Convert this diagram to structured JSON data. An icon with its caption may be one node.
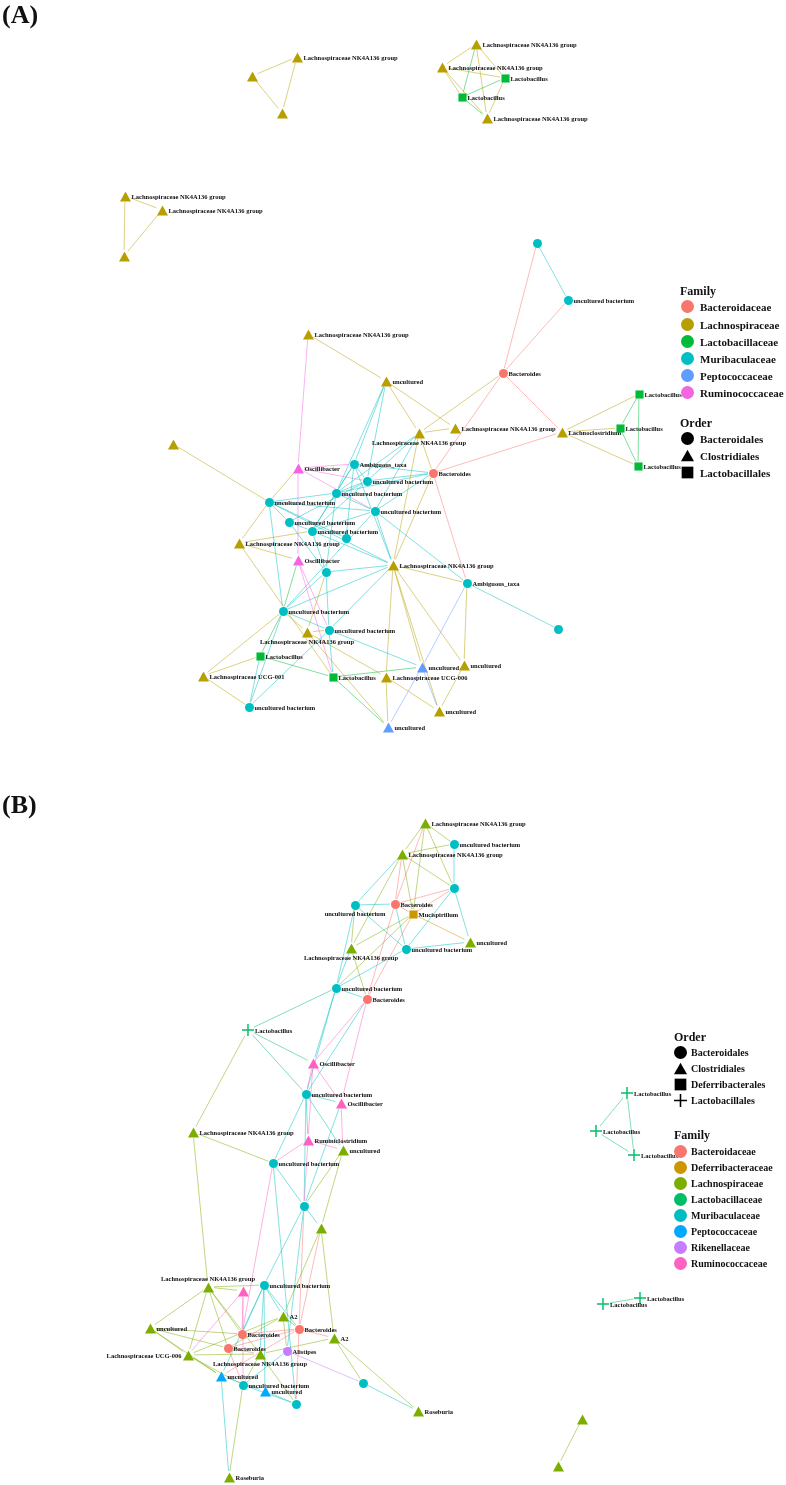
{
  "diagram": {
    "nodes": [
      {
        "text": [],
        "shape": "triangle"
      },
      {
        "text": [
          "Lachnospiraceae NK4A136 group"
        ]
      },
      {
        "text": [],
        "shape": "triangle"
      },
      {
        "text": [
          "Lachnospiraceae NK4A136 group"
        ]
      },
      {
        "text": [
          "Lachnospiraceae NK4A136 group"
        ]
      },
      {
        "text": [
          "Lactobacillus"
        ]
      },
      {
        "text": [
          "Lactobacillus"
        ]
      },
      {
        "text": [
          "Lachnospiraceae NK4A136 group"
        ]
      },
      {
        "text": [
          "Lachnospiraceae NK4A136 group"
        ]
      },
      {
        "text": [
          "Lachnospiraceae NK4A136 group"
        ]
      },
      {
        "text": [],
        "shape": "triangle"
      },
      {
        "text": [],
        "shape": "circle"
      },
      {
        "text": [
          "uncultured bacterium"
        ]
      },
      {
        "text": [
          "Lachnospiraceae NK4A136 group"
        ]
      },
      {
        "text": [
          "uncultured"
        ]
      },
      {
        "text": [
          "Bacteroides"
        ]
      },
      {
        "text": [
          "Lactobacillus"
        ]
      },
      {
        "text": [
          "Lachnospiraceae NK4A136 group"
        ]
      },
      {
        "text": [
          "Lachnospiraceae NK4A136 group"
        ]
      },
      {
        "text": [
          "Lachnoclostridium"
        ]
      },
      {
        "text": [
          "Lactobacillus"
        ]
      },
      {
        "text": [
          "Lactobacillus"
        ]
      },
      {
        "text": [],
        "shape": "triangle"
      },
      {
        "text": [
          "Oscillibacter"
        ]
      },
      {
        "text": [
          "Ambiguous_taxa"
        ]
      },
      {
        "text": [
          "Bacteroides"
        ]
      },
      {
        "text": [
          "uncultured bacterium"
        ]
      },
      {
        "text": [
          "uncultured bacterium"
        ]
      },
      {
        "text": [
          "uncultured bacterium"
        ]
      },
      {
        "text": [
          "uncultured bacterium"
        ]
      },
      {
        "text": [
          "uncultured bacterium"
        ]
      },
      {
        "text": [
          "uncultured bacterium"
        ]
      },
      {
        "text": [],
        "shape": "circle"
      },
      {
        "text": [
          "Lachnospiraceae NK4A136 group"
        ]
      },
      {
        "text": [
          "Oscillibacter"
        ]
      },
      {
        "text": [
          "Lachnospiraceae NK4A136 group"
        ]
      },
      {
        "text": [],
        "shape": "circle"
      },
      {
        "text": [
          "Ambiguous_taxa"
        ]
      },
      {
        "text": [
          "uncultured bacterium"
        ]
      },
      {
        "text": [],
        "shape": "circle"
      },
      {
        "text": [
          "uncultured bacterium"
        ]
      },
      {
        "text": [
          "Lachnospiraceae NK4A136 group"
        ]
      },
      {
        "text": [
          "Lactobacillus"
        ]
      },
      {
        "text": [
          "uncultured"
        ]
      },
      {
        "text": [
          "uncultured"
        ]
      },
      {
        "text": [
          "Lachnospiraceae UCG-001"
        ]
      },
      {
        "text": [
          "Lactobacillus"
        ]
      },
      {
        "text": [
          "Lachnospiraceae UCG-006"
        ]
      },
      {
        "text": [
          "uncultured"
        ]
      },
      {
        "text": [
          "uncultured bacterium"
        ]
      },
      {
        "text": [
          "uncultured"
        ]
      },
      {
        "text": [
          "Lachnospiraceae NK4A136 group"
        ]
      },
      {
        "text": [
          "uncultured bacterium"
        ]
      },
      {
        "text": [
          "Lachnospiraceae NK4A136 group"
        ]
      },
      {
        "text": [],
        "shape": "circle"
      },
      {
        "text": [
          "uncultured bacterium"
        ]
      },
      {
        "text": [
          "Bacteroides"
        ]
      },
      {
        "text": [
          "Mucispirillum"
        ]
      },
      {
        "text": [
          "uncultured"
        ]
      },
      {
        "text": [
          "Lachnospiraceae NK4A136 group"
        ]
      },
      {
        "text": [
          "uncultured bacterium"
        ]
      },
      {
        "text": [
          "uncultured bacterium"
        ]
      },
      {
        "text": [
          "Bacteroides"
        ]
      },
      {
        "text": [
          "Lactobacillus"
        ]
      },
      {
        "text": [
          "Oscillibacter"
        ]
      },
      {
        "text": [
          "uncultured bacterium"
        ]
      },
      {
        "text": [
          "Oscillibacter"
        ]
      },
      {
        "text": [
          "Lachnospiraceae NK4A136 group"
        ]
      },
      {
        "text": [
          "Ruminiclostridium"
        ]
      },
      {
        "text": [
          "uncultured"
        ]
      },
      {
        "text": [
          "uncultured bacterium"
        ]
      },
      {
        "text": [],
        "shape": "circle"
      },
      {
        "text": [],
        "shape": "triangle"
      },
      {
        "text": [
          "Lachnospiraceae NK4A136 group"
        ]
      },
      {
        "text": [],
        "shape": "triangle"
      },
      {
        "text": [
          "uncultured bacterium"
        ]
      },
      {
        "text": [
          "A2"
        ]
      },
      {
        "text": [
          "uncultured"
        ]
      },
      {
        "text": [
          "Bacteroides"
        ]
      },
      {
        "text": [
          "Bacteroides"
        ]
      },
      {
        "text": [
          "A2"
        ]
      },
      {
        "text": [
          "Bacteroides"
        ]
      },
      {
        "text": [
          "Alistipes"
        ]
      },
      {
        "text": [
          "Lachnospiraceae UCG-006"
        ]
      },
      {
        "text": [
          "Lachnospiraceae NK4A136 group"
        ]
      },
      {
        "text": [
          "uncultured"
        ]
      },
      {
        "text": [
          "uncultured bacterium"
        ]
      },
      {
        "text": [
          "uncultured"
        ]
      },
      {
        "text": [],
        "shape": "circle"
      },
      {
        "text": [],
        "shape": "circle"
      },
      {
        "text": [
          "Roseburia"
        ]
      },
      {
        "text": [
          "Roseburia"
        ]
      },
      {
        "text": [
          "Lactobacillus"
        ]
      },
      {
        "text": [
          "Lactobacillus"
        ]
      },
      {
        "text": [
          "Lactobacillus"
        ]
      },
      {
        "text": [
          "Lactobacillus"
        ]
      },
      {
        "text": [
          "Lactobacillus"
        ]
      },
      {
        "text": [],
        "shape": "triangle"
      },
      {
        "text": [],
        "shape": "triangle"
      }
    ],
    "edges": [
      {
        "from": 0,
        "to": 1,
        "arrow": "none",
        "color": "#b79f00"
      },
      {
        "from": 1,
        "to": 2,
        "arrow": "none",
        "color": "#b79f00"
      },
      {
        "from": 0,
        "to": 2,
        "arrow": "none",
        "color": "#b79f00"
      },
      {
        "from": 3,
        "to": 4,
        "arrow": "none",
        "color": "#b79f00"
      },
      {
        "from": 3,
        "to": 7,
        "arrow": "none",
        "color": "#b79f00"
      },
      {
        "from": 3,
        "to": 6,
        "arrow": "none",
        "color": "#00ba38"
      },
      {
        "from": 3,
        "to": 5,
        "arrow": "none",
        "color": "#b79f00"
      },
      {
        "from": 4,
        "to": 5,
        "arrow": "none",
        "color": "#b79f00"
      },
      {
        "from": 4,
        "to": 6,
        "arrow": "none",
        "color": "#b79f00"
      },
      {
        "from": 4,
        "to": 7,
        "arrow": "none",
        "color": "#b79f00"
      },
      {
        "from": 5,
        "to": 6,
        "arrow": "none",
        "color": "#00ba38"
      },
      {
        "from": 5,
        "to": 7,
        "arrow": "none",
        "color": "#b79f00"
      },
      {
        "from": 6,
        "to": 7,
        "arrow": "none",
        "color": "#00ba38"
      },
      {
        "from": 8,
        "to": 9,
        "arrow": "none",
        "color": "#b79f00"
      },
      {
        "from": 8,
        "to": 10,
        "arrow": "none",
        "color": "#b79f00"
      },
      {
        "from": 9,
        "to": 10,
        "arrow": "none",
        "color": "#b79f00"
      },
      {
        "from": 11,
        "to": 12,
        "arrow": "none"
      },
      {
        "from": 12,
        "to": 15,
        "arrow": "none",
        "color": "#f8766d"
      },
      {
        "from": 11,
        "to": 15,
        "arrow": "none",
        "color": "#f8766d"
      },
      {
        "from": 15,
        "to": 17,
        "arrow": "none",
        "color": "#b79f00"
      },
      {
        "from": 15,
        "to": 25,
        "arrow": "none",
        "color": "#f8766d"
      },
      {
        "from": 15,
        "to": 19,
        "arrow": "none",
        "color": "#f8766d"
      },
      {
        "from": 19,
        "to": 16,
        "arrow": "none",
        "color": "#b79f00"
      },
      {
        "from": 19,
        "to": 20,
        "arrow": "none",
        "color": "#b79f00"
      },
      {
        "from": 19,
        "to": 21,
        "arrow": "none",
        "color": "#b79f00"
      },
      {
        "from": 16,
        "to": 20,
        "arrow": "none",
        "color": "#00ba38"
      },
      {
        "from": 16,
        "to": 21,
        "arrow": "none",
        "color": "#00ba38"
      },
      {
        "from": 20,
        "to": 21,
        "arrow": "none",
        "color": "#00ba38"
      },
      {
        "from": 25,
        "to": 19,
        "arrow": "none",
        "color": "#f8766d"
      },
      {
        "from": 13,
        "to": 14,
        "arrow": "none",
        "color": "#b79f00"
      },
      {
        "from": 13,
        "to": 23,
        "arrow": "none",
        "color": "#f564e3"
      },
      {
        "from": 14,
        "to": 17,
        "arrow": "none",
        "color": "#b79f00"
      },
      {
        "from": 14,
        "to": 18,
        "arrow": "none",
        "color": "#b79f00"
      },
      {
        "from": 14,
        "to": 24,
        "arrow": "none"
      },
      {
        "from": 14,
        "to": 27,
        "arrow": "none"
      },
      {
        "from": 14,
        "to": 26,
        "arrow": "none"
      },
      {
        "from": 17,
        "to": 18,
        "arrow": "none",
        "color": "#b79f00"
      },
      {
        "from": 17,
        "to": 25,
        "arrow": "none",
        "color": "#b79f00"
      },
      {
        "from": 17,
        "to": 35,
        "arrow": "none",
        "color": "#b79f00"
      },
      {
        "from": 17,
        "to": 29,
        "arrow": "none"
      },
      {
        "from": 17,
        "to": 26,
        "arrow": "none"
      },
      {
        "from": 17,
        "to": 27,
        "arrow": "none"
      },
      {
        "from": 22,
        "to": 28,
        "arrow": "none",
        "color": "#b79f00"
      },
      {
        "from": 23,
        "to": 24,
        "arrow": "none",
        "color": "#f564e3"
      },
      {
        "from": 23,
        "to": 26,
        "arrow": "none",
        "color": "#f564e3"
      },
      {
        "from": 23,
        "to": 28,
        "arrow": "none",
        "color": "#b79f00"
      },
      {
        "from": 23,
        "to": 34,
        "arrow": "none",
        "color": "#f564e3"
      },
      {
        "from": 23,
        "to": 29,
        "arrow": "none",
        "color": "#f564e3"
      },
      {
        "from": 24,
        "to": 25,
        "arrow": "none"
      },
      {
        "from": 24,
        "to": 26,
        "arrow": "none"
      },
      {
        "from": 24,
        "to": 27,
        "arrow": "none"
      },
      {
        "from": 24,
        "to": 31,
        "arrow": "none"
      },
      {
        "from": 24,
        "to": 35,
        "arrow": "none"
      },
      {
        "from": 25,
        "to": 26,
        "arrow": "none"
      },
      {
        "from": 25,
        "to": 27,
        "arrow": "none"
      },
      {
        "from": 25,
        "to": 29,
        "arrow": "none"
      },
      {
        "from": 25,
        "to": 37,
        "arrow": "none",
        "color": "#f8766d"
      },
      {
        "from": 25,
        "to": 35,
        "arrow": "none",
        "color": "#b79f00"
      },
      {
        "from": 26,
        "to": 27,
        "arrow": "none"
      },
      {
        "from": 26,
        "to": 31,
        "arrow": "none"
      },
      {
        "from": 26,
        "to": 30,
        "arrow": "none"
      },
      {
        "from": 27,
        "to": 29,
        "arrow": "none"
      },
      {
        "from": 27,
        "to": 28,
        "arrow": "none"
      },
      {
        "from": 27,
        "to": 31,
        "arrow": "none"
      },
      {
        "from": 27,
        "to": 36,
        "arrow": "none"
      },
      {
        "from": 28,
        "to": 30,
        "arrow": "none"
      },
      {
        "from": 28,
        "to": 33,
        "arrow": "none",
        "color": "#b79f00"
      },
      {
        "from": 28,
        "to": 29,
        "arrow": "none"
      },
      {
        "from": 28,
        "to": 38,
        "arrow": "none"
      },
      {
        "from": 28,
        "to": 35,
        "arrow": "none"
      },
      {
        "from": 29,
        "to": 35,
        "arrow": "none"
      },
      {
        "from": 29,
        "to": 37,
        "arrow": "none"
      },
      {
        "from": 29,
        "to": 31,
        "arrow": "none"
      },
      {
        "from": 29,
        "to": 38,
        "arrow": "none"
      },
      {
        "from": 30,
        "to": 31,
        "arrow": "none"
      },
      {
        "from": 30,
        "to": 36,
        "arrow": "none"
      },
      {
        "from": 31,
        "to": 35,
        "arrow": "none"
      },
      {
        "from": 31,
        "to": 36,
        "arrow": "none"
      },
      {
        "from": 32,
        "to": 24,
        "arrow": "none"
      },
      {
        "from": 32,
        "to": 28,
        "arrow": "none"
      },
      {
        "from": 33,
        "to": 34,
        "arrow": "none",
        "color": "#b79f00"
      },
      {
        "from": 33,
        "to": 46,
        "arrow": "none",
        "color": "#b79f00"
      },
      {
        "from": 33,
        "to": 31,
        "arrow": "none",
        "color": "#b79f00"
      },
      {
        "from": 34,
        "to": 40,
        "arrow": "none",
        "color": "#f564e3"
      },
      {
        "from": 34,
        "to": 46,
        "arrow": "none",
        "color": "#f564e3"
      },
      {
        "from": 34,
        "to": 38,
        "arrow": "none",
        "color": "#00ba38"
      },
      {
        "from": 35,
        "to": 36,
        "arrow": "none"
      },
      {
        "from": 35,
        "to": 37,
        "arrow": "none",
        "color": "#b79f00"
      },
      {
        "from": 35,
        "to": 38,
        "arrow": "none"
      },
      {
        "from": 35,
        "to": 40,
        "arrow": "none"
      },
      {
        "from": 35,
        "to": 43,
        "arrow": "none",
        "color": "#b79f00"
      },
      {
        "from": 35,
        "to": 44,
        "arrow": "none",
        "color": "#b79f00"
      },
      {
        "from": 35,
        "to": 47,
        "arrow": "none",
        "color": "#b79f00"
      },
      {
        "from": 35,
        "to": 48,
        "arrow": "none",
        "color": "#b79f00"
      },
      {
        "from": 36,
        "to": 38,
        "arrow": "none"
      },
      {
        "from": 36,
        "to": 40,
        "arrow": "none"
      },
      {
        "from": 36,
        "to": 41,
        "arrow": "none",
        "color": "#b79f00"
      },
      {
        "from": 37,
        "to": 39,
        "arrow": "none"
      },
      {
        "from": 37,
        "to": 43,
        "arrow": "none",
        "color": "#619cff"
      },
      {
        "from": 37,
        "to": 44,
        "arrow": "none",
        "color": "#b79f00"
      },
      {
        "from": 38,
        "to": 42,
        "arrow": "none",
        "color": "#00ba38"
      },
      {
        "from": 38,
        "to": 45,
        "arrow": "none",
        "color": "#b79f00"
      },
      {
        "from": 38,
        "to": 49,
        "arrow": "none"
      },
      {
        "from": 38,
        "to": 40,
        "arrow": "none"
      },
      {
        "from": 38,
        "to": 41,
        "arrow": "none",
        "color": "#b79f00"
      },
      {
        "from": 40,
        "to": 41,
        "arrow": "none",
        "color": "#b79f00"
      },
      {
        "from": 40,
        "to": 46,
        "arrow": "none"
      },
      {
        "from": 40,
        "to": 43,
        "arrow": "none"
      },
      {
        "from": 41,
        "to": 47,
        "arrow": "none",
        "color": "#b79f00"
      },
      {
        "from": 41,
        "to": 50,
        "arrow": "none",
        "color": "#b79f00"
      },
      {
        "from": 42,
        "to": 45,
        "arrow": "none",
        "color": "#b79f00"
      },
      {
        "from": 42,
        "to": 49,
        "arrow": "none"
      },
      {
        "from": 42,
        "to": 46,
        "arrow": "none",
        "color": "#00ba38"
      },
      {
        "from": 46,
        "to": 43,
        "arrow": "none",
        "color": "#00ba38"
      },
      {
        "from": 43,
        "to": 48,
        "arrow": "none",
        "color": "#619cff"
      },
      {
        "from": 43,
        "to": 50,
        "arrow": "none",
        "color": "#619cff"
      },
      {
        "from": 44,
        "to": 48,
        "arrow": "none",
        "color": "#b79f00"
      },
      {
        "from": 47,
        "to": 48,
        "arrow": "none",
        "color": "#b79f00"
      },
      {
        "from": 47,
        "to": 50,
        "arrow": "none",
        "color": "#b79f00"
      },
      {
        "from": 46,
        "to": 50,
        "arrow": "none",
        "color": "#00ba38"
      },
      {
        "from": 45,
        "to": 49,
        "arrow": "none",
        "color": "#b79f00"
      },
      {
        "from": 49,
        "to": 40,
        "arrow": "none"
      },
      {
        "from": 51,
        "to": 53,
        "arrow": "none",
        "color": "#7cae00"
      },
      {
        "from": 51,
        "to": 52,
        "arrow": "none",
        "color": "#7cae00"
      },
      {
        "from": 51,
        "to": 54,
        "arrow": "none",
        "color": "#7cae00"
      },
      {
        "from": 51,
        "to": 56,
        "arrow": "none",
        "color": "#f8766d"
      },
      {
        "from": 51,
        "to": 57,
        "arrow": "none",
        "color": "#7cae00"
      },
      {
        "from": 52,
        "to": 53,
        "arrow": "none",
        "color": "#7cae00"
      },
      {
        "from": 52,
        "to": 54,
        "arrow": "none"
      },
      {
        "from": 53,
        "to": 55,
        "arrow": "none"
      },
      {
        "from": 53,
        "to": 56,
        "arrow": "none",
        "color": "#f8766d"
      },
      {
        "from": 53,
        "to": 57,
        "arrow": "none",
        "color": "#7cae00"
      },
      {
        "from": 53,
        "to": 54,
        "arrow": "none",
        "color": "#7cae00"
      },
      {
        "from": 53,
        "to": 59,
        "arrow": "none",
        "color": "#7cae00"
      },
      {
        "from": 54,
        "to": 57,
        "arrow": "none",
        "color": "#f8766d"
      },
      {
        "from": 54,
        "to": 60,
        "arrow": "none"
      },
      {
        "from": 54,
        "to": 58,
        "arrow": "none"
      },
      {
        "from": 54,
        "to": 56,
        "arrow": "none",
        "color": "#f8766d"
      },
      {
        "from": 55,
        "to": 56,
        "arrow": "none"
      },
      {
        "from": 55,
        "to": 60,
        "arrow": "none"
      },
      {
        "from": 55,
        "to": 59,
        "arrow": "none",
        "color": "#7cae00"
      },
      {
        "from": 55,
        "to": 61,
        "arrow": "none"
      },
      {
        "from": 56,
        "to": 57,
        "arrow": "none",
        "color": "#f8766d"
      },
      {
        "from": 56,
        "to": 62,
        "arrow": "none",
        "color": "#f8766d"
      },
      {
        "from": 56,
        "to": 60,
        "arrow": "none"
      },
      {
        "from": 57,
        "to": 58,
        "arrow": "none",
        "color": "#cd9600"
      },
      {
        "from": 57,
        "to": 59,
        "arrow": "none",
        "color": "#7cae00"
      },
      {
        "from": 57,
        "to": 61,
        "arrow": "none",
        "color": "#7cae00"
      },
      {
        "from": 57,
        "to": 62,
        "arrow": "none",
        "color": "#f8766d"
      },
      {
        "from": 58,
        "to": 60,
        "arrow": "none"
      },
      {
        "from": 59,
        "to": 61,
        "arrow": "none"
      },
      {
        "from": 59,
        "to": 62,
        "arrow": "none",
        "color": "#7cae00"
      },
      {
        "from": 60,
        "to": 61,
        "arrow": "none"
      },
      {
        "from": 61,
        "to": 62,
        "arrow": "none"
      },
      {
        "from": 61,
        "to": 63,
        "arrow": "none",
        "color": "#00be67"
      },
      {
        "from": 61,
        "to": 64,
        "arrow": "none"
      },
      {
        "from": 61,
        "to": 65,
        "arrow": "none"
      },
      {
        "from": 62,
        "to": 64,
        "arrow": "none",
        "color": "#ff61c3"
      },
      {
        "from": 62,
        "to": 66,
        "arrow": "none",
        "color": "#ff61c3"
      },
      {
        "from": 62,
        "to": 65,
        "arrow": "none"
      },
      {
        "from": 63,
        "to": 64,
        "arrow": "none",
        "color": "#00be67"
      },
      {
        "from": 63,
        "to": 65,
        "arrow": "none",
        "color": "#00be67"
      },
      {
        "from": 63,
        "to": 67,
        "arrow": "none",
        "color": "#7cae00"
      },
      {
        "from": 64,
        "to": 65,
        "arrow": "none",
        "color": "#ff61c3"
      },
      {
        "from": 64,
        "to": 66,
        "arrow": "none",
        "color": "#ff61c3"
      },
      {
        "from": 64,
        "to": 68,
        "arrow": "none",
        "color": "#ff61c3"
      },
      {
        "from": 65,
        "to": 66,
        "arrow": "none"
      },
      {
        "from": 65,
        "to": 68,
        "arrow": "none"
      },
      {
        "from": 65,
        "to": 70,
        "arrow": "none"
      },
      {
        "from": 65,
        "to": 69,
        "arrow": "none"
      },
      {
        "from": 65,
        "to": 71,
        "arrow": "none"
      },
      {
        "from": 66,
        "to": 69,
        "arrow": "none",
        "color": "#ff61c3"
      },
      {
        "from": 66,
        "to": 71,
        "arrow": "none"
      },
      {
        "from": 67,
        "to": 70,
        "arrow": "none",
        "color": "#7cae00"
      },
      {
        "from": 67,
        "to": 73,
        "arrow": "none",
        "color": "#7cae00"
      },
      {
        "from": 68,
        "to": 70,
        "arrow": "none",
        "color": "#ff61c3"
      },
      {
        "from": 68,
        "to": 69,
        "arrow": "none",
        "color": "#ff61c3"
      },
      {
        "from": 68,
        "to": 71,
        "arrow": "none",
        "color": "#ff61c3"
      },
      {
        "from": 69,
        "to": 71,
        "arrow": "none",
        "color": "#7cae00"
      },
      {
        "from": 69,
        "to": 72,
        "arrow": "none",
        "color": "#7cae00"
      },
      {
        "from": 70,
        "to": 71,
        "arrow": "none"
      },
      {
        "from": 70,
        "to": 89,
        "arrow": "none"
      },
      {
        "from": 70,
        "to": 79,
        "arrow": "none",
        "color": "#ff61c3"
      },
      {
        "from": 71,
        "to": 72,
        "arrow": "none"
      },
      {
        "from": 71,
        "to": 75,
        "arrow": "none"
      },
      {
        "from": 71,
        "to": 82,
        "arrow": "none"
      },
      {
        "from": 71,
        "to": 78,
        "arrow": "none",
        "color": "#f8766d"
      },
      {
        "from": 72,
        "to": 78,
        "arrow": "none",
        "color": "#f8766d"
      },
      {
        "from": 72,
        "to": 80,
        "arrow": "none",
        "color": "#7cae00"
      },
      {
        "from": 72,
        "to": 76,
        "arrow": "none",
        "color": "#7cae00"
      },
      {
        "from": 73,
        "to": 74,
        "arrow": "none",
        "color": "#7cae00"
      },
      {
        "from": 73,
        "to": 75,
        "arrow": "none",
        "color": "#7cae00"
      },
      {
        "from": 73,
        "to": 77,
        "arrow": "none",
        "color": "#7cae00"
      },
      {
        "from": 73,
        "to": 83,
        "arrow": "none",
        "color": "#7cae00"
      },
      {
        "from": 73,
        "to": 79,
        "arrow": "none",
        "color": "#7cae00"
      },
      {
        "from": 73,
        "to": 81,
        "arrow": "none",
        "color": "#7cae00"
      },
      {
        "from": 73,
        "to": 84,
        "arrow": "none",
        "color": "#7cae00"
      },
      {
        "from": 74,
        "to": 86,
        "arrow": "none",
        "color": "#ff61c3"
      },
      {
        "from": 74,
        "to": 83,
        "arrow": "none",
        "color": "#ff61c3"
      },
      {
        "from": 74,
        "to": 79,
        "arrow": "none",
        "color": "#ff61c3"
      },
      {
        "from": 75,
        "to": 76,
        "arrow": "none"
      },
      {
        "from": 75,
        "to": 78,
        "arrow": "none"
      },
      {
        "from": 75,
        "to": 79,
        "arrow": "none"
      },
      {
        "from": 75,
        "to": 84,
        "arrow": "none"
      },
      {
        "from": 75,
        "to": 85,
        "arrow": "none"
      },
      {
        "from": 75,
        "to": 87,
        "arrow": "none"
      },
      {
        "from": 76,
        "to": 78,
        "arrow": "none",
        "color": "#7cae00"
      },
      {
        "from": 76,
        "to": 82,
        "arrow": "none",
        "color": "#7cae00"
      },
      {
        "from": 76,
        "to": 83,
        "arrow": "none",
        "color": "#7cae00"
      },
      {
        "from": 76,
        "to": 81,
        "arrow": "none",
        "color": "#7cae00"
      },
      {
        "from": 77,
        "to": 83,
        "arrow": "none",
        "color": "#7cae00"
      },
      {
        "from": 77,
        "to": 79,
        "arrow": "none",
        "color": "#7cae00"
      },
      {
        "from": 77,
        "to": 85,
        "arrow": "none",
        "color": "#7cae00"
      },
      {
        "from": 77,
        "to": 81,
        "arrow": "none",
        "color": "#7cae00"
      },
      {
        "from": 78,
        "to": 79,
        "arrow": "none",
        "color": "#f8766d"
      },
      {
        "from": 78,
        "to": 80,
        "arrow": "none",
        "color": "#f8766d"
      },
      {
        "from": 78,
        "to": 81,
        "arrow": "none",
        "color": "#f8766d"
      },
      {
        "from": 78,
        "to": 85,
        "arrow": "none",
        "color": "#f8766d"
      },
      {
        "from": 78,
        "to": 89,
        "arrow": "none",
        "color": "#f8766d"
      },
      {
        "from": 80,
        "to": 88,
        "arrow": "none",
        "color": "#7cae00"
      },
      {
        "from": 80,
        "to": 90,
        "arrow": "none",
        "color": "#7cae00"
      },
      {
        "from": 80,
        "to": 84,
        "arrow": "none",
        "color": "#7cae00"
      },
      {
        "from": 81,
        "to": 84,
        "arrow": "none",
        "color": "#f8766d"
      },
      {
        "from": 81,
        "to": 86,
        "arrow": "none",
        "color": "#f8766d"
      },
      {
        "from": 82,
        "to": 88,
        "arrow": "none",
        "color": "#c77cff"
      },
      {
        "from": 82,
        "to": 86,
        "arrow": "none"
      },
      {
        "from": 83,
        "to": 85,
        "arrow": "none",
        "color": "#7cae00"
      },
      {
        "from": 83,
        "to": 86,
        "arrow": "none",
        "color": "#7cae00"
      },
      {
        "from": 83,
        "to": 84,
        "arrow": "none",
        "color": "#7cae00"
      },
      {
        "from": 84,
        "to": 86,
        "arrow": "none",
        "color": "#7cae00"
      },
      {
        "from": 84,
        "to": 89,
        "arrow": "none",
        "color": "#7cae00"
      },
      {
        "from": 85,
        "to": 91,
        "arrow": "none"
      },
      {
        "from": 85,
        "to": 87,
        "arrow": "none"
      },
      {
        "from": 86,
        "to": 91,
        "arrow": "none",
        "color": "#7cae00"
      },
      {
        "from": 86,
        "to": 89,
        "arrow": "none"
      },
      {
        "from": 87,
        "to": 89,
        "arrow": "none"
      },
      {
        "from": 88,
        "to": 90,
        "arrow": "none"
      },
      {
        "from": 92,
        "to": 93,
        "arrow": "none",
        "color": "#00be67"
      },
      {
        "from": 93,
        "to": 94,
        "arrow": "none",
        "color": "#00be67"
      },
      {
        "from": 92,
        "to": 94,
        "arrow": "none",
        "color": "#00be67"
      },
      {
        "from": 95,
        "to": 96,
        "arrow": "none",
        "color": "#00be67"
      },
      {
        "from": 97,
        "to": 98,
        "arrow": "none",
        "color": "#7cae00"
      }
    ],
    "labels": [
      "(A)",
      "Family",
      "Order",
      "(B)",
      "Order",
      "Family"
    ],
    "legend": [
      {
        "text": "Bacteroidaceae",
        "color": "#f8766d"
      },
      {
        "text": "Lachnospiraceae",
        "color": "#b79f00"
      },
      {
        "text": "Lactobacillaceae",
        "color": "#00ba38"
      },
      {
        "text": "Muribaculaceae",
        "color": "#00bfc4"
      },
      {
        "text": "Peptococcaceae",
        "color": "#619cff"
      },
      {
        "text": "Ruminococcaceae",
        "color": "#f564e3"
      },
      {
        "text": "Bacteroidales"
      },
      {
        "text": "Clostridiales"
      },
      {
        "text": "Lactobacillales"
      },
      {
        "text": "Bacteroidales"
      },
      {
        "text": "Clostridiales"
      },
      {
        "text": "Deferribacterales"
      },
      {
        "text": "Lactobacillales"
      },
      {
        "text": "Bacteroidaceae",
        "color": "#f8766d"
      },
      {
        "text": "Deferribacteraceae",
        "color": "#cd9600"
      },
      {
        "text": "Lachnospiraceae",
        "color": "#7cae00"
      },
      {
        "text": "Lactobacillaceae",
        "color": "#00be67"
      },
      {
        "text": "Muribaculaceae",
        "color": "#00bfc4"
      },
      {
        "text": "Peptococcaceae",
        "color": "#00a9ff"
      },
      {
        "text": "Rikenellaceae",
        "color": "#c77cff"
      },
      {
        "text": "Ruminococcaceae",
        "color": "#ff61c3"
      }
    ]
  }
}
